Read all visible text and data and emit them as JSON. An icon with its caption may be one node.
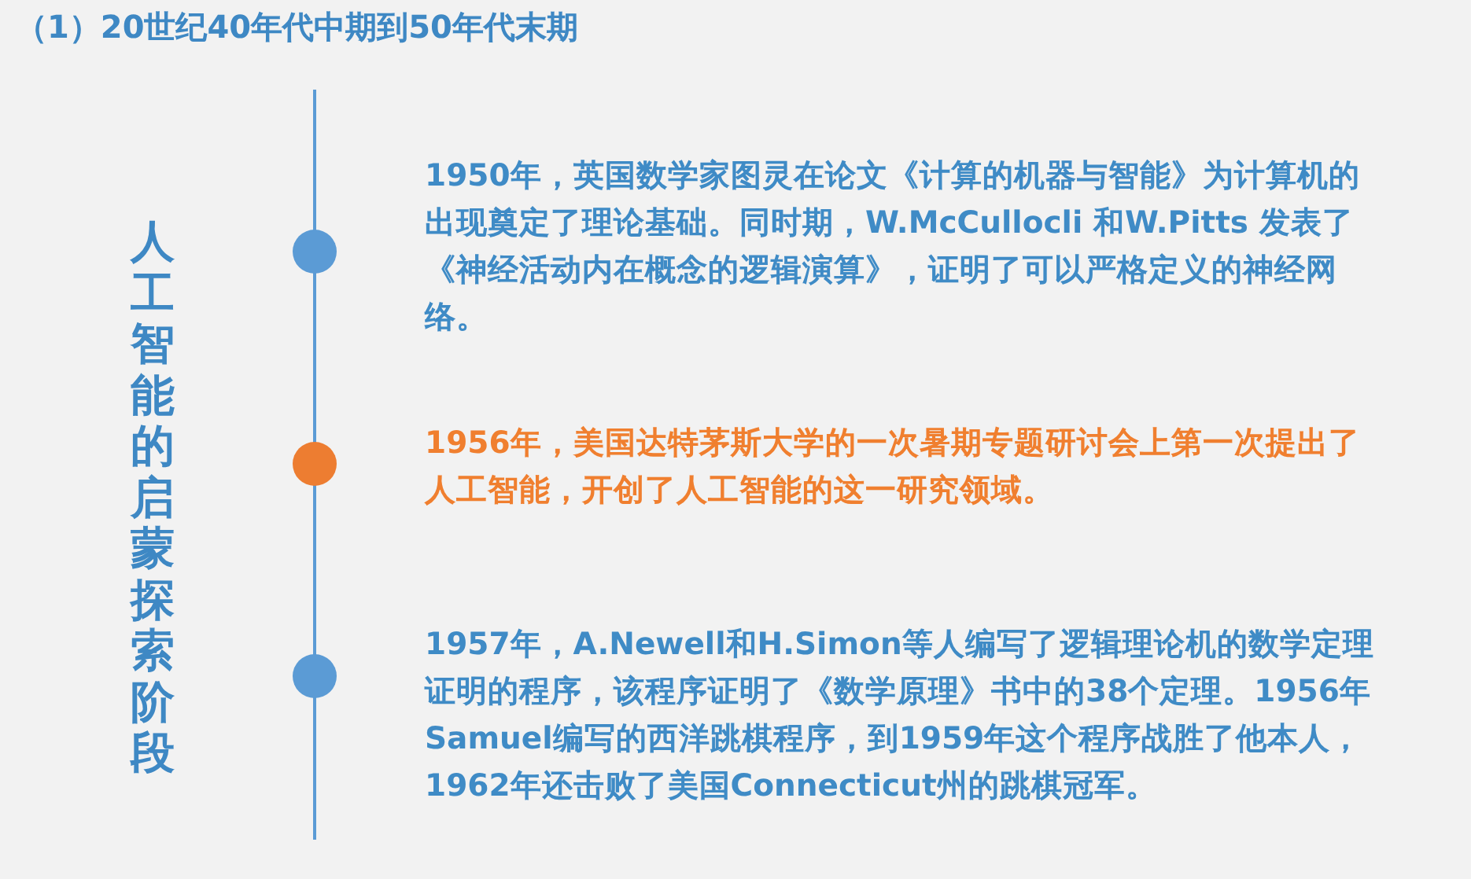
{
  "diagram": {
    "title": "（1）20世纪40年代中期到50年代末期",
    "nodes": [
      {
        "text": [],
        "shape": "circle",
        "beside": [
          "1950年，英国数学家图灵在论文《计算的机器与智能》为计算机的出现奠定了理论基础。同时期，W.McCullocli 和W.Pitts 发表了《神经活动内在概念的逻辑演算》，证明了可以严格定义的神经网络。"
        ]
      },
      {
        "text": [],
        "shape": "circle",
        "beside": [
          "1956年，美国达特茅斯大学的一次暑期专题研讨会上第一次提出了人工智能，开创了人工智能的这一研究领域。"
        ]
      },
      {
        "text": [],
        "shape": "circle",
        "beside": [
          "1957年，A.Newell和H.Simon等人编写了逻辑理论机的数学定理证明的程序，该程序证明了《数学原理》书中的38个定理。1956年Samuel编写的西洋跳棋程序，到1959年这个程序战胜了他本人，1962年还击败了美国Connecticut州的跳棋冠军。"
        ]
      }
    ],
    "labels": [
      "人工智能的启蒙探索阶段"
    ]
  }
}
